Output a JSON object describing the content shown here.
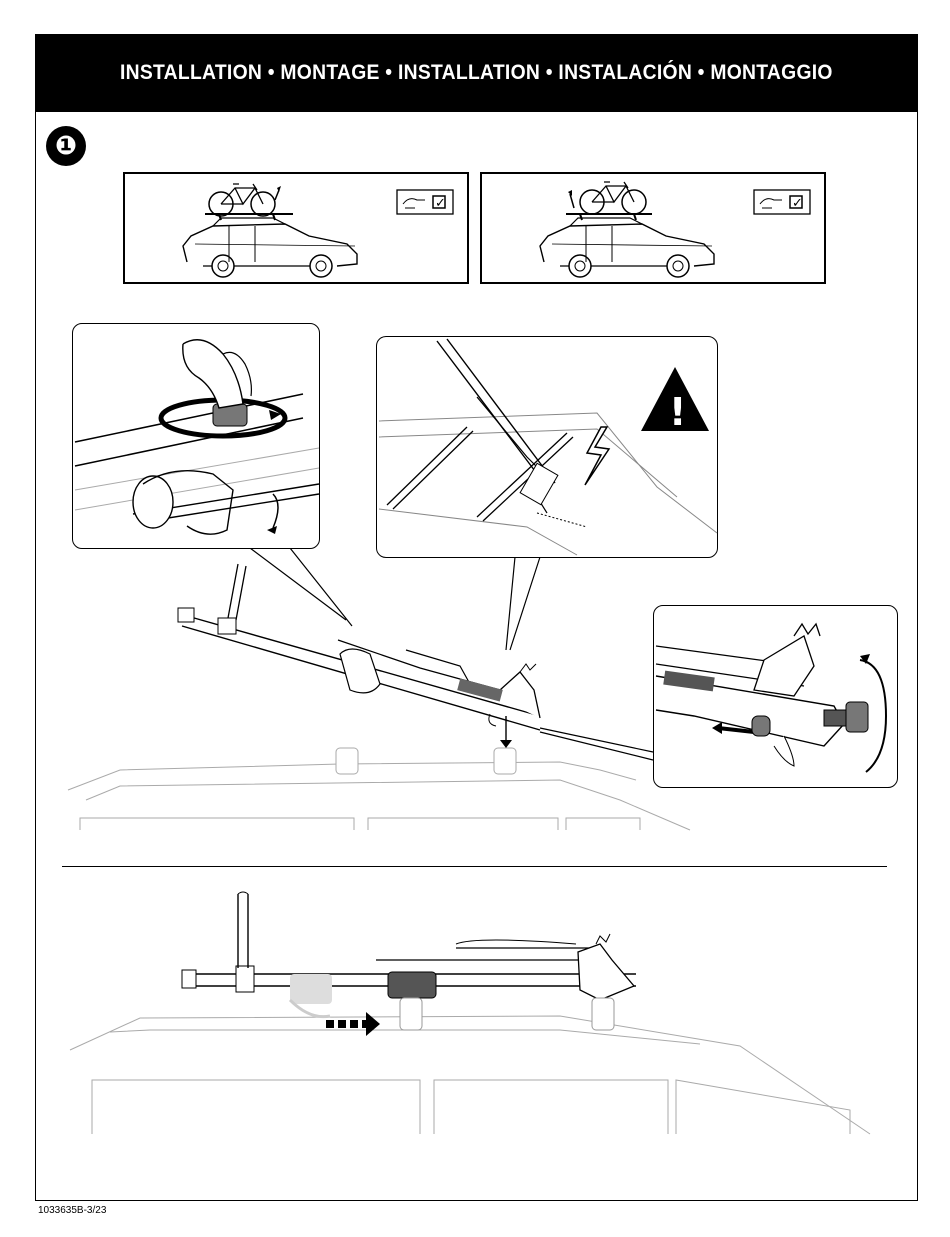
{
  "header": {
    "title": "INSTALLATION • MONTAGE • INSTALLATION • INSTALACIÓN • MONTAGGIO"
  },
  "step": {
    "number": "❶"
  },
  "footer": {
    "part_number": "1033635B-3/23"
  },
  "icons": {
    "checkbox_mark": "✓",
    "warning_mark": "!"
  }
}
